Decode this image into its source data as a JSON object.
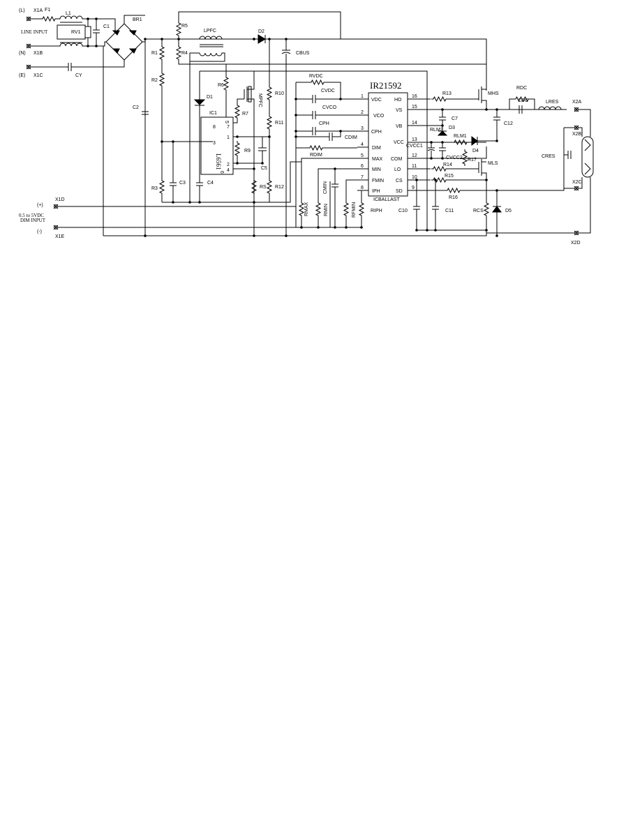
{
  "terminals": {
    "x1a": "X1A",
    "x1b": "X1B",
    "x1c": "X1C",
    "x1d": "X1D",
    "x1e": "X1E",
    "x2a": "X2A",
    "x2b": "X2B",
    "x2c": "X2C",
    "x2d": "X2D"
  },
  "terminal_letters": {
    "l": "(L)",
    "n": "(N)",
    "e": "(E)",
    "plus": "(+)",
    "minus": "(-)"
  },
  "inputs": {
    "line": "LINE INPUT",
    "dim_line1": "0.5 to 5VDC",
    "dim_line2": "DIM INPUT"
  },
  "parts": {
    "f1": "F1",
    "l1": "L1",
    "rv1": "RV1",
    "c1": "C1",
    "br1": "BR1",
    "cy": "CY",
    "r1": "R1",
    "r2": "R2",
    "r3": "R3",
    "r4": "R4",
    "r5": "R5",
    "r6": "R6",
    "r7": "R7",
    "r9": "R9",
    "r10": "R10",
    "r11": "R11",
    "r12": "R12",
    "rs": "RS",
    "r13": "R13",
    "r14": "R14",
    "r15": "R15",
    "r16": "R16",
    "r17": "R17",
    "c2": "C2",
    "c3": "C3",
    "c4": "C4",
    "c5": "C5",
    "c7": "C7",
    "c10": "C10",
    "c11": "C11",
    "c12": "C12",
    "d1": "D1",
    "d2": "D2",
    "d3": "D3",
    "d4": "D4",
    "d5": "D5",
    "lpfc": "LPFC",
    "cbus": "CBUS",
    "mpfc": "MPFC",
    "ic1": "IC1",
    "l6561": "L6561",
    "rvdc": "RVDC",
    "cvdc": "CVDC",
    "cvco": "CVCO",
    "cph": "CPH",
    "cdim": "CDIM",
    "rdim": "RDIM",
    "rmax": "RMAX",
    "rmin": "RMIN",
    "cmin": "CMIN",
    "rfmin": "RFMIN",
    "riph": "RIPH",
    "cvcc1": "CVCC1",
    "cvcc2": "CVCC2",
    "rlm1": "RLM1",
    "rlm2": "RLM2",
    "mhs": "MHS",
    "mls": "MLS",
    "rcs": "RCS",
    "rdc": "RDC",
    "cdc": "CDC",
    "lres": "LRES",
    "cres": "CRES"
  },
  "ic1_pins": [
    "8",
    "7",
    "3",
    "1",
    "2",
    "4",
    "5",
    "6"
  ],
  "ic2": {
    "title": "IR21592",
    "subtitle": "ICBALLAST",
    "left_pins": [
      {
        "num": "1",
        "name": "VDC"
      },
      {
        "num": "2",
        "name": "VCO"
      },
      {
        "num": "3",
        "name": "CPH"
      },
      {
        "num": "4",
        "name": "DIM"
      },
      {
        "num": "5",
        "name": "MAX"
      },
      {
        "num": "6",
        "name": "MIN"
      },
      {
        "num": "7",
        "name": "FMIN"
      },
      {
        "num": "8",
        "name": "IPH"
      }
    ],
    "right_pins": [
      {
        "num": "16",
        "name": "HO"
      },
      {
        "num": "15",
        "name": "VS"
      },
      {
        "num": "14",
        "name": "VB"
      },
      {
        "num": "13",
        "name": "VCC"
      },
      {
        "num": "12",
        "name": "COM"
      },
      {
        "num": "11",
        "name": "LO"
      },
      {
        "num": "10",
        "name": "CS"
      },
      {
        "num": "9",
        "name": "SD"
      }
    ]
  }
}
